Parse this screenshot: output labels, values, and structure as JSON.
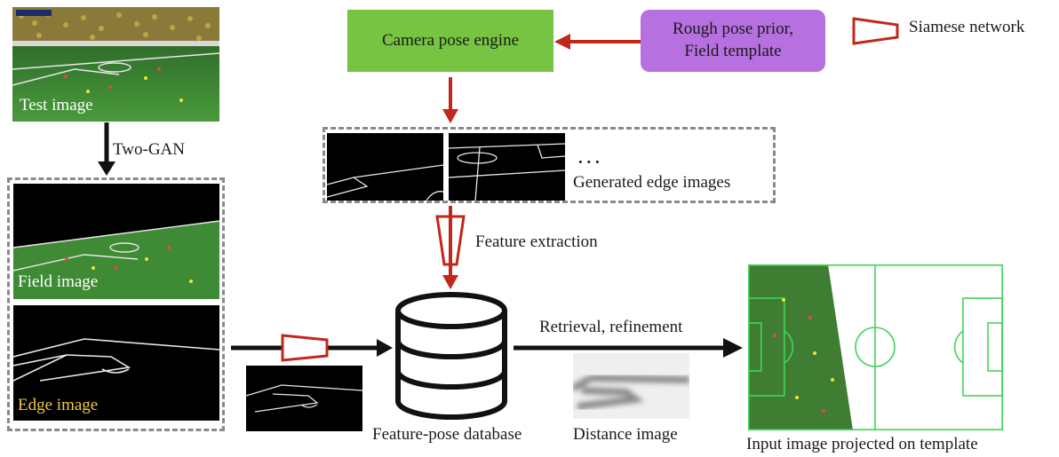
{
  "colors": {
    "engine_box": "#76c442",
    "prior_box": "#b770e0",
    "arrow_red": "#c0281c",
    "arrow_black": "#111111",
    "field_green": "#3f7d33",
    "template_line": "#44d35a",
    "dashed_border": "#8a8a8a",
    "edge_label_yellow": "#f2c744"
  },
  "labels": {
    "test_image": "Test image",
    "two_gan": "Two-GAN",
    "field_image": "Field image",
    "edge_image": "Edge image",
    "camera_pose_engine": "Camera pose engine",
    "rough_pose_prior_line1": "Rough pose prior,",
    "rough_pose_prior_line2": "Field template",
    "siamese_network": "Siamese network",
    "ellipsis": ". . .",
    "generated_edge_images": "Generated edge images",
    "feature_extraction": "Feature extraction",
    "retrieval_refinement": "Retrieval, refinement",
    "feature_pose_database": "Feature-pose database",
    "distance_image": "Distance image",
    "input_projected": "Input image projected on template"
  },
  "icons": {
    "siamese": "trapezoid-icon",
    "database": "database-cylinder-icon"
  }
}
